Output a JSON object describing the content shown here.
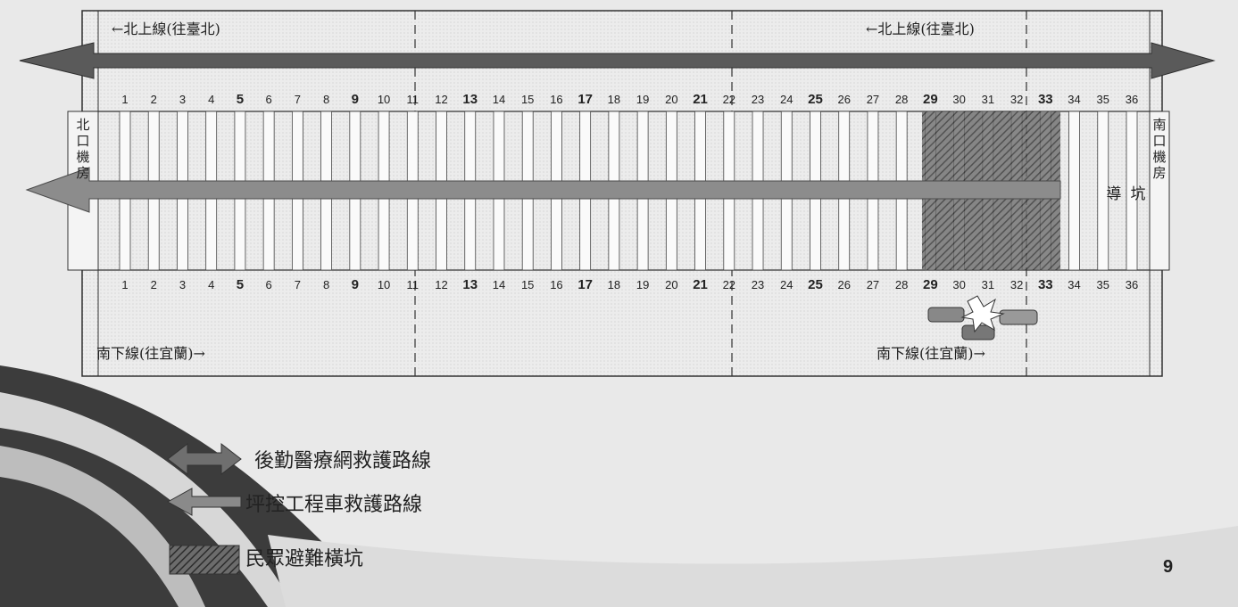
{
  "diagram": {
    "northbound_label": "←北上線(往臺北)",
    "northbound_label_right": "←北上線(往臺北)",
    "southbound_label": "南下線(往宜蘭)→",
    "southbound_label_right": "南下線(往宜蘭)→",
    "north_room": [
      "北",
      "口",
      "機",
      "房"
    ],
    "south_room": [
      "南",
      "口",
      "機",
      "房"
    ],
    "pilot_tunnel": [
      "導",
      "坑"
    ],
    "cross_passages": [
      "1",
      "2",
      "3",
      "4",
      "5",
      "6",
      "7",
      "8",
      "9",
      "10",
      "11",
      "12",
      "13",
      "14",
      "15",
      "16",
      "17",
      "18",
      "19",
      "20",
      "21",
      "22",
      "23",
      "24",
      "25",
      "26",
      "27",
      "28",
      "29",
      "30",
      "31",
      "32",
      "33",
      "34",
      "35",
      "36"
    ],
    "bold_passages": [
      "5",
      "9",
      "13",
      "17",
      "21",
      "25",
      "29",
      "33"
    ],
    "accident_zone_passages": [
      "29",
      "30",
      "31",
      "32"
    ]
  },
  "legend": {
    "items": [
      {
        "label": "後勤醫療網救護路線",
        "icon": "double-arrow-icon",
        "color": "#6f6f6f"
      },
      {
        "label": "坪控工程車救護路線",
        "icon": "left-arrow-icon",
        "color": "#8a8a8a"
      },
      {
        "label": "民眾避難橫坑",
        "icon": "hatched-box-icon",
        "color": "#3a3a3a"
      }
    ]
  },
  "page_number": "9",
  "colors": {
    "arrow_dark": "#5a5a5a",
    "arrow_mid": "#8c8c8c",
    "tunnel_bg": "#f2f2f2",
    "hatch": "#4a4a4a",
    "swoosh": "#3c3c3c"
  }
}
